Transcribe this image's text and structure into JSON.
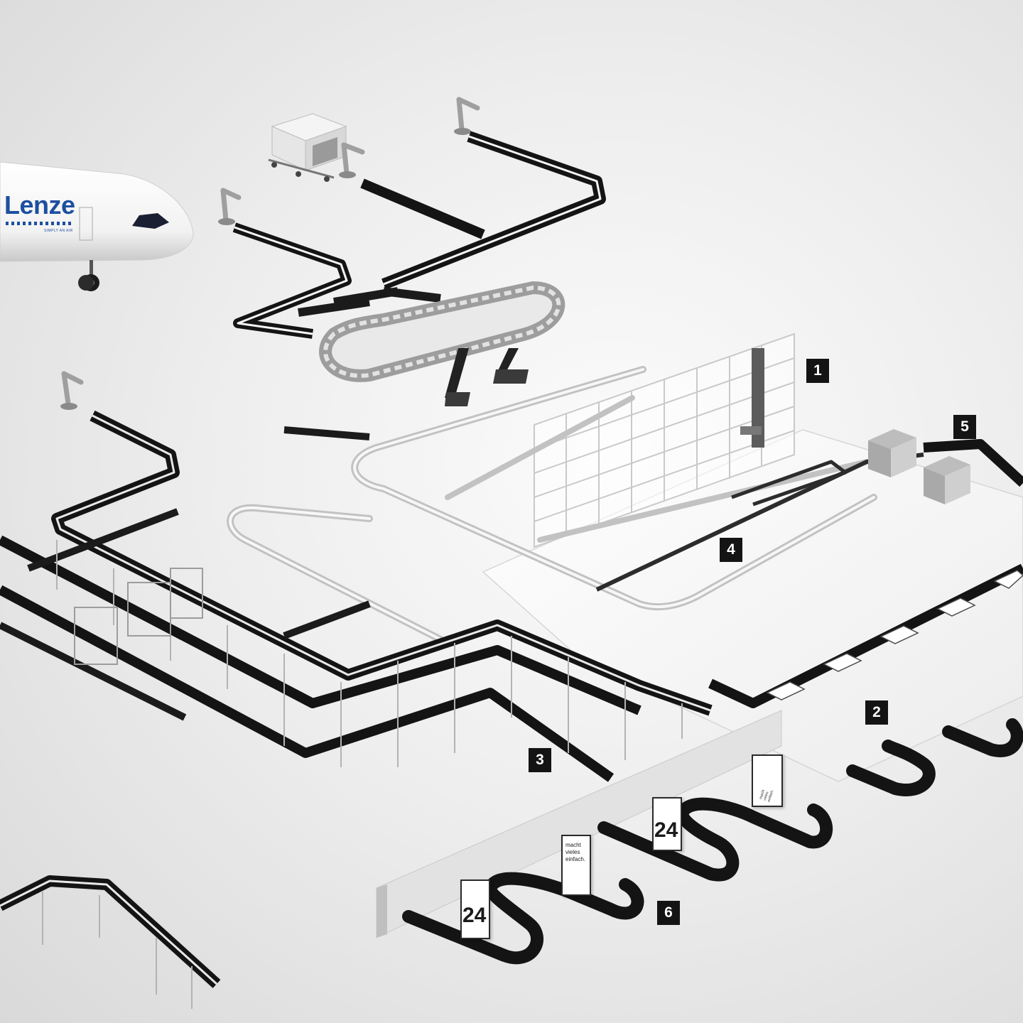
{
  "aircraft": {
    "brand": "Lenze",
    "tagline": "SIMPLY AN AIR"
  },
  "labels": [
    {
      "id": "1",
      "text": "1"
    },
    {
      "id": "2",
      "text": "2"
    },
    {
      "id": "3",
      "text": "3"
    },
    {
      "id": "4",
      "text": "4"
    },
    {
      "id": "5",
      "text": "5"
    },
    {
      "id": "6",
      "text": "6"
    }
  ],
  "signs": {
    "gate_number": "24",
    "slogan": "macht\nvieles\neinfach."
  },
  "colors": {
    "belt": "#141414",
    "frame": "#b9b9b9",
    "brand_blue": "#1d4fa0",
    "badge": "#141414"
  }
}
